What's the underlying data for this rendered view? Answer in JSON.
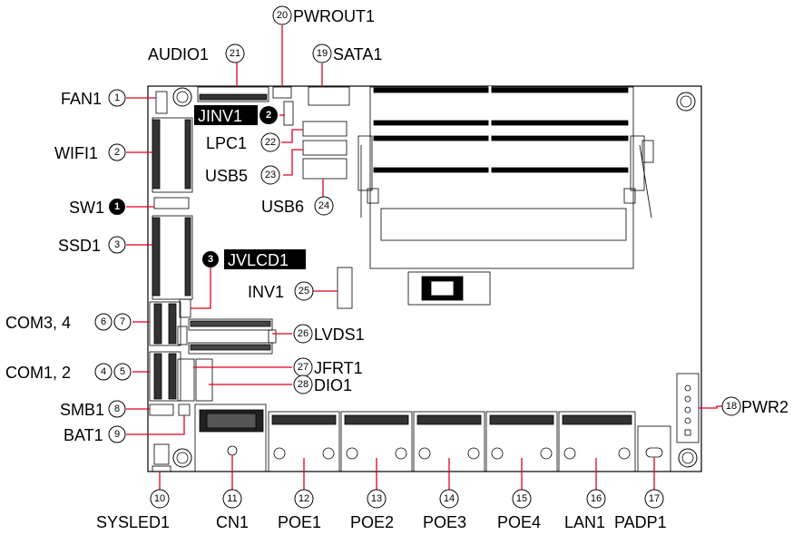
{
  "callouts": {
    "fan1": {
      "label": "FAN1",
      "num": "1"
    },
    "wifi1": {
      "label": "WIFI1",
      "num": "2"
    },
    "ssd1": {
      "label": "SSD1",
      "num": "3"
    },
    "com34": {
      "label": "COM3, 4",
      "num_a": "6",
      "num_b": "7"
    },
    "com12": {
      "label": "COM1, 2",
      "num_a": "4",
      "num_b": "5"
    },
    "smb1": {
      "label": "SMB1",
      "num": "8"
    },
    "bat1": {
      "label": "BAT1",
      "num": "9"
    },
    "sysled1": {
      "label": "SYSLED1",
      "num": "10"
    },
    "cn1": {
      "label": "CN1",
      "num": "11"
    },
    "poe1": {
      "label": "POE1",
      "num": "12"
    },
    "poe2": {
      "label": "POE2",
      "num": "13"
    },
    "poe3": {
      "label": "POE3",
      "num": "14"
    },
    "poe4": {
      "label": "POE4",
      "num": "15"
    },
    "lan1": {
      "label": "LAN1",
      "num": "16"
    },
    "padp1": {
      "label": "PADP1",
      "num": "17"
    },
    "pwr2": {
      "label": "PWR2",
      "num": "18"
    },
    "sata1": {
      "label": "SATA1",
      "num": "19"
    },
    "pwrout1": {
      "label": "PWROUT1",
      "num": "20"
    },
    "audio1": {
      "label": "AUDIO1",
      "num": "21"
    },
    "lpc1": {
      "label": "LPC1",
      "num": "22"
    },
    "usb5": {
      "label": "USB5",
      "num": "23"
    },
    "usb6": {
      "label": "USB6",
      "num": "24"
    },
    "inv1": {
      "label": "INV1",
      "num": "25"
    },
    "lvds1": {
      "label": "LVDS1",
      "num": "26"
    },
    "jfrt1": {
      "label": "JFRT1",
      "num": "27"
    },
    "dio1": {
      "label": "DIO1",
      "num": "28"
    }
  },
  "jumpers": {
    "sw1": {
      "label": "SW1",
      "num": "1"
    },
    "jinv1": {
      "label": "JINV1",
      "num": "2"
    },
    "jvlcd1": {
      "label": "JVLCD1",
      "num": "3"
    }
  },
  "colors": {
    "leader": "#e0001b",
    "ink": "#000000",
    "board": "#ffffff"
  }
}
